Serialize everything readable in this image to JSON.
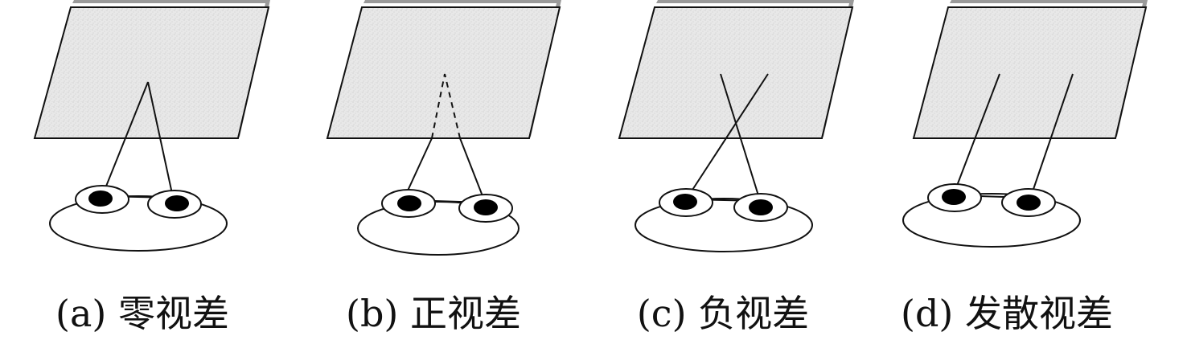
{
  "panels": [
    {
      "id": "a",
      "caption": "(a) 零视差"
    },
    {
      "id": "b",
      "caption": "(b) 正视差"
    },
    {
      "id": "c",
      "caption": "(c) 负视差"
    },
    {
      "id": "d",
      "caption": "(d) 发散视差"
    }
  ],
  "colors": {
    "screen_fill": "#e6e6e6",
    "screen_shadow": "#9a9a9a",
    "stroke": "#111111",
    "pupil": "#000000",
    "background": "#ffffff"
  }
}
